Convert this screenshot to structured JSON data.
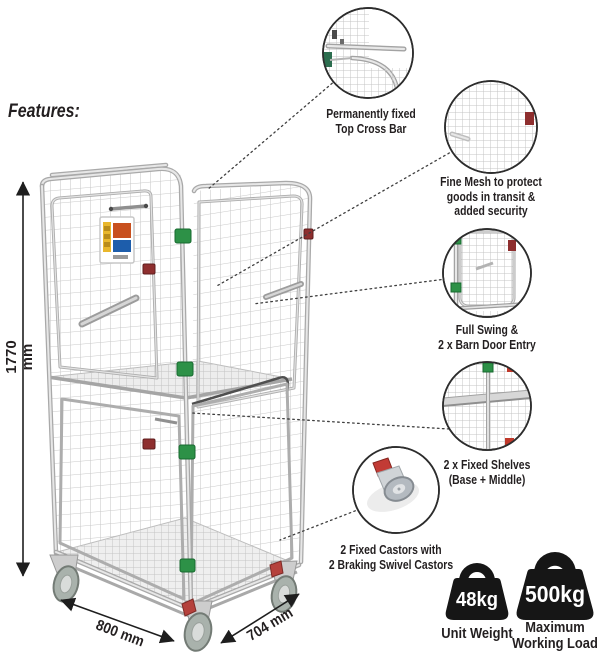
{
  "title": "Features:",
  "callouts": [
    {
      "name": "top-cross-bar",
      "lines": [
        "Permanently fixed",
        "Top Cross Bar"
      ]
    },
    {
      "name": "fine-mesh",
      "lines": [
        "Fine Mesh to protect",
        "goods in transit &",
        "added security"
      ]
    },
    {
      "name": "barn-door",
      "lines": [
        "Full Swing &",
        "2 x Barn Door Entry"
      ]
    },
    {
      "name": "fixed-shelves",
      "lines": [
        "2 x Fixed Shelves",
        "(Base + Middle)"
      ]
    },
    {
      "name": "castors",
      "lines": [
        "2 Fixed Castors with",
        "2 Braking Swivel Castors"
      ]
    }
  ],
  "dimensions": {
    "height": "1770",
    "height_unit": "mm",
    "width": "800 mm",
    "depth": "704 mm"
  },
  "weights": {
    "unit": {
      "value": "48kg",
      "caption_lines": [
        "Unit Weight"
      ]
    },
    "max": {
      "value": "500kg",
      "caption_lines": [
        "Maximum",
        "Working Load"
      ]
    }
  },
  "colors": {
    "text": "#231f20",
    "clip_green": "#2d9147",
    "clip_red": "#8e2e2e",
    "brake_red": "#b5413c",
    "weight_black": "#161616",
    "mesh_grey": "#c9c9c9"
  }
}
